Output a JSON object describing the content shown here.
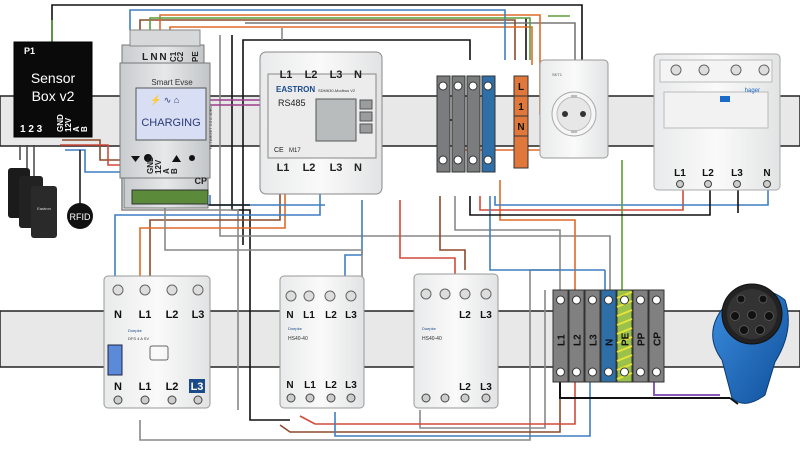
{
  "sensor_box": {
    "header": "P1",
    "title_line1": "Sensor",
    "title_line2": "Box v2",
    "pins_left": "1 2 3",
    "pins_right": [
      "GND",
      "12V",
      "A",
      "B"
    ]
  },
  "ct_clamp_label": "Eastron",
  "rfid": {
    "label": "RFID"
  },
  "smartevse": {
    "brand": "Smart Evse",
    "top_terminals": [
      "L",
      "N",
      "N",
      "C1",
      "C2",
      "PE"
    ],
    "display_status": "CHARGING",
    "side_label": "TC-TARGET 3.0 A 4DEC",
    "bottom_terminals": [
      "GND",
      "12V",
      "A",
      "B"
    ],
    "cp_label": "CP"
  },
  "eastron": {
    "brand": "EASTRON",
    "model": "SDM630-Modbus V2",
    "rs485_label": "RS485",
    "ce_mark": "CE",
    "mid_mark": "M17",
    "top_terminals": [
      "L1",
      "L2",
      "L3",
      "N"
    ],
    "bottom_terminals": [
      "L1",
      "L2",
      "L3",
      "N"
    ]
  },
  "socket": {
    "model": "SKT1"
  },
  "fuse_terminals": {
    "labels": [
      "L",
      "1",
      "N"
    ]
  },
  "hager_mcb": {
    "brand": "hager",
    "bottom_terminals": [
      "L1",
      "L2",
      "L3",
      "N"
    ]
  },
  "rcd": {
    "top_terminals": [
      "N",
      "L1",
      "L2",
      "L3"
    ],
    "brand": "Doepke",
    "model": "DFS 4 A SV",
    "bottom_terminals": [
      "N",
      "L1",
      "L2",
      "L3"
    ]
  },
  "contactor_1": {
    "brand": "Doepke",
    "model": "HS40-40",
    "top_terminals": [
      "N",
      "L1",
      "L2",
      "L3"
    ],
    "bottom_terminals": [
      "N",
      "L1",
      "L2",
      "L3"
    ]
  },
  "contactor_2": {
    "brand": "Doepke",
    "model": "HS40-40",
    "top_terminals": [
      "L2",
      "L3"
    ],
    "bottom_terminals": [
      "L2",
      "L3"
    ]
  },
  "terminal_block": {
    "labels": [
      "L1",
      "L2",
      "L3",
      "N",
      "PE",
      "PP",
      "CP"
    ],
    "colors": [
      "#808080",
      "#808080",
      "#808080",
      "#2f6fa8",
      "#9ac24a",
      "#808080",
      "#808080"
    ]
  },
  "colors": {
    "rail": "#e8e8e8",
    "device_grey": "#cfd2d4",
    "blue_terminal": "#2f6fa8",
    "orange_terminal": "#e0783c",
    "charge_plug": "#1e6fc8"
  }
}
